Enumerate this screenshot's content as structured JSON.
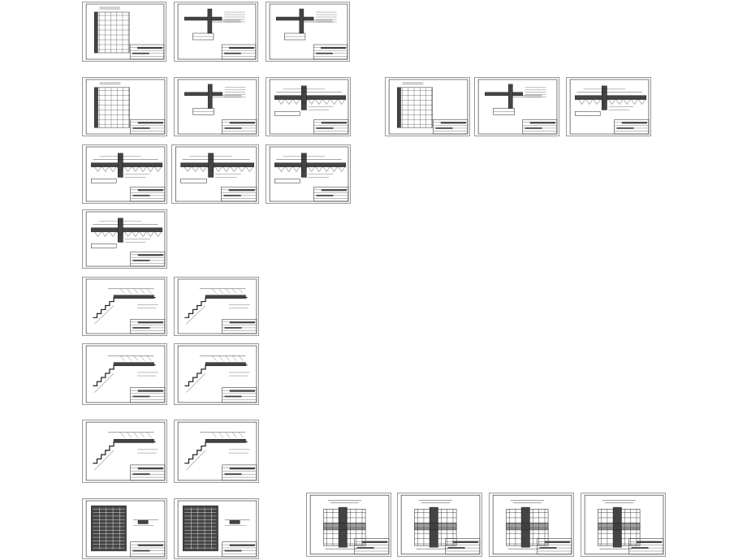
{
  "layout": {
    "title": ""
  },
  "colors": {
    "line": "#222222",
    "frame": "#555555",
    "fill": "#444444",
    "background": "#ffffff"
  },
  "sheets": [
    {
      "kind": "elevation"
    },
    {
      "kind": "section"
    },
    {
      "kind": "section"
    },
    {
      "kind": "elevation"
    },
    {
      "kind": "section"
    },
    {
      "kind": "slab"
    },
    {
      "kind": "elevation"
    },
    {
      "kind": "section"
    },
    {
      "kind": "slab"
    },
    {
      "kind": "slab"
    },
    {
      "kind": "slab"
    },
    {
      "kind": "slab"
    },
    {
      "kind": "slab"
    },
    {
      "kind": "stair"
    },
    {
      "kind": "stair"
    },
    {
      "kind": "stair"
    },
    {
      "kind": "stair"
    },
    {
      "kind": "stair"
    },
    {
      "kind": "stair"
    },
    {
      "kind": "table"
    },
    {
      "kind": "table"
    },
    {
      "kind": "grid"
    },
    {
      "kind": "grid"
    },
    {
      "kind": "grid"
    },
    {
      "kind": "grid"
    }
  ]
}
